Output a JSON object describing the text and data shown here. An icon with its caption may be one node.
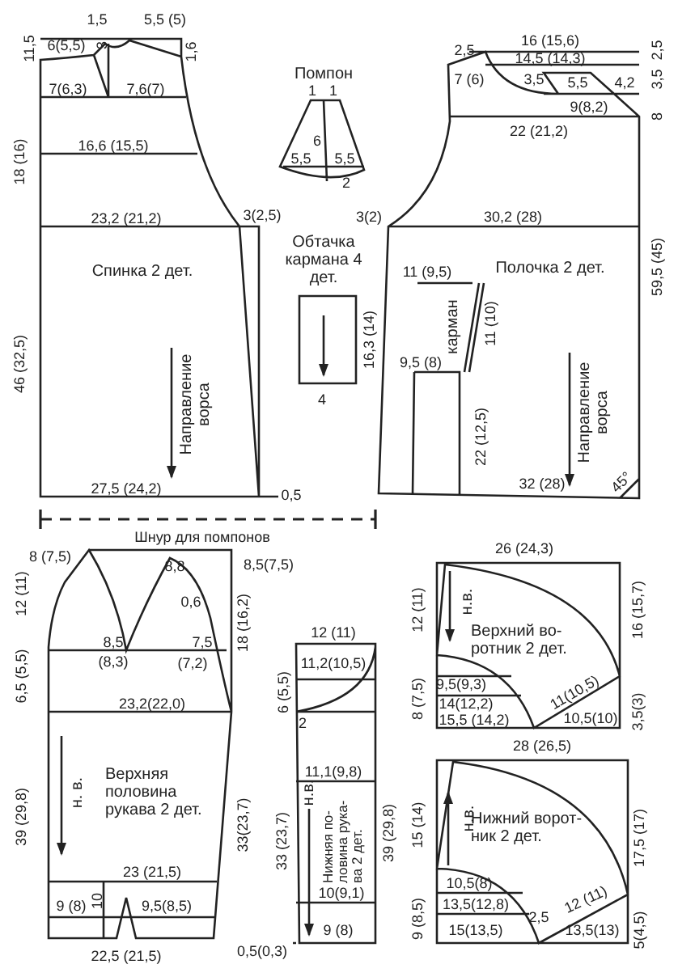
{
  "diagram": {
    "nodes": [
      {
        "text": [
          "Спинка 2 дет.",
          "Направление ворса"
        ]
      },
      {
        "text": [
          "Помпон"
        ]
      },
      {
        "text": [
          "Обтачка кармана 4 дет."
        ]
      },
      {
        "text": [
          "Полочка 2 дет.",
          "Направление ворса"
        ]
      },
      {
        "text": [
          "карман"
        ],
        "in": 3
      },
      {
        "text": [
          "Верхняя половина рукава 2 дет.",
          "н. в."
        ]
      },
      {
        "text": [
          "Нижняя по- ловина рука- ва 2 дет.",
          "н.в."
        ]
      },
      {
        "text": [
          "Верхний во- ротник 2 дет.",
          "н.в."
        ]
      },
      {
        "text": [
          "Нижний ворот- ник 2 дет.",
          "н.в."
        ]
      }
    ],
    "labels": [
      "1,5",
      "5,5 (5)",
      "11,5",
      "6(5,5)",
      "3",
      "1,6",
      "7(6,3)",
      "7,6(7)",
      "18 (16)",
      "16,6 (15,5)",
      "23,2 (21,2)",
      "3(2,5)",
      "46 (32,5)",
      "27,5 (24,2)",
      "0,5",
      "1",
      "1",
      "6",
      "5,5",
      "5,5",
      "2",
      "16,3 (14)",
      "4",
      "2,5",
      "16 (15,6)",
      "14,5 (14,3)",
      "2,5",
      "7 (6)",
      "3,5",
      "5,5",
      "4,2",
      "3,5",
      "9(8,2)",
      "8",
      "22 (21,2)",
      "3(2)",
      "30,2 (28)",
      "59,5 (45)",
      "11 (9,5)",
      "11 (10)",
      "9,5 (8)",
      "22 (12,5)",
      "32 (28)",
      "45°",
      "Шнур для помпонов",
      "8 (7,5)",
      "8,8",
      "8,5(7,5)",
      "12 (11)",
      "0,6",
      "8,5",
      "(8,3)",
      "7,5",
      "(7,2)",
      "18 (16,2)",
      "6,5 (5,5)",
      "23,2(22,0)",
      "39 (29,8)",
      "33(23,7)",
      "23 (21,5)",
      "9 (8)",
      "10",
      "9,5(8,5)",
      "22,5 (21,5)",
      "12 (11)",
      "11,2(10,5)",
      "6 (5,5)",
      "2",
      "11,1(9,8)",
      "33 (23,7)",
      "39 (29,8)",
      "10(9,1)",
      "9 (8)",
      "0,5(0,3)",
      "26 (24,3)",
      "12 (11)",
      "16 (15,7)",
      "8 (7,5)",
      "9,5(9,3)",
      "14(12,2)",
      "15,5 (14,2)",
      "11(10,5)",
      "10,5(10)",
      "3,5(3)",
      "28 (26,5)",
      "15 (14)",
      "17,5 (17)",
      "9 (8,5)",
      "10,5(8)",
      "13,5(12,8)",
      "15(13,5)",
      "2,5",
      "12 (11)",
      "5(4,5)",
      "13,5(13)"
    ]
  }
}
